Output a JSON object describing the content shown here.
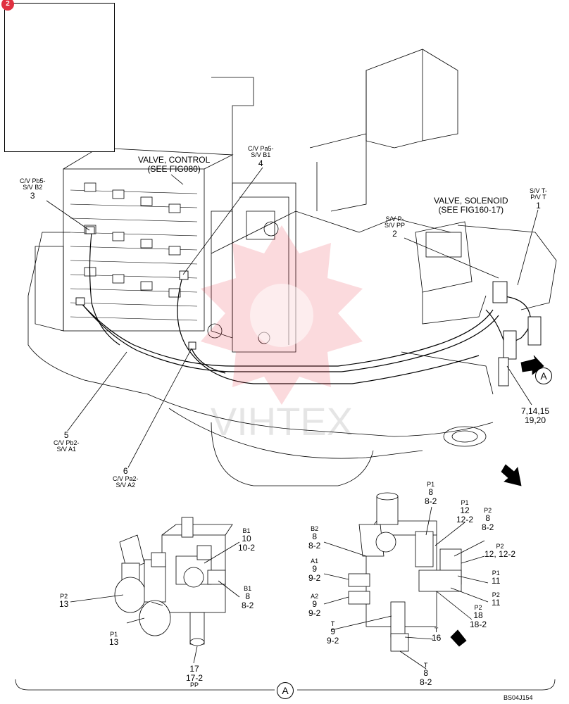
{
  "inset": {
    "badge": "2"
  },
  "callouts": {
    "valve_control": {
      "line1": "VALVE, CONTROL",
      "line2": "(SEE FIG080)"
    },
    "valve_solenoid": {
      "line1": "VALVE, SOLENOID",
      "line2": "(SEE FIG160-17)"
    },
    "c4": {
      "sub1": "C/V Pa5-",
      "sub2": "S/V B1",
      "num": "4"
    },
    "c3": {
      "sub1": "C/V Pb5-",
      "sub2": "S/V B2",
      "num": "3"
    },
    "c1": {
      "sub1": "S/V T-",
      "sub2": "P/V T",
      "num": "1"
    },
    "c2": {
      "sub1": "S/V P-",
      "sub2": "S/V PP",
      "num": "2"
    },
    "c5": {
      "num": "5",
      "sub1": "C/V Pb2-",
      "sub2": "S/V A1"
    },
    "c6": {
      "num": "6",
      "sub1": "C/V Pa2-",
      "sub2": "S/V A2"
    },
    "c7": {
      "line1": "7,14,15",
      "line2": "19,20"
    },
    "view_a": "A"
  },
  "detail_left": {
    "b1_top": {
      "port": "B1",
      "n1": "10",
      "n2": "10-2"
    },
    "b1_mid": {
      "port": "B1",
      "n1": "8",
      "n2": "8-2"
    },
    "p2": {
      "port": "P2",
      "n1": "13"
    },
    "p1": {
      "port": "P1",
      "n1": "13"
    },
    "pp": {
      "n1": "17",
      "n2": "17-2",
      "port": "PP"
    }
  },
  "detail_right": {
    "p1_top": {
      "port": "P1",
      "n1": "8",
      "n2": "8-2"
    },
    "p1_b": {
      "port": "P1",
      "n1": "12",
      "n2": "12-2"
    },
    "p2_a": {
      "port": "P2",
      "n1": "8",
      "n2": "8-2"
    },
    "p2_b": {
      "port": "P2",
      "n1": "12, 12-2"
    },
    "p1_c": {
      "port": "P1",
      "n1": "11"
    },
    "p2_c": {
      "port": "P2",
      "n1": "11"
    },
    "p2_d": {
      "port": "P2",
      "n1": "18",
      "n2": "18-2"
    },
    "b2": {
      "port": "B2",
      "n1": "8",
      "n2": "8-2"
    },
    "a1": {
      "port": "A1",
      "n1": "9",
      "n2": "9-2"
    },
    "a2": {
      "port": "A2",
      "n1": "9",
      "n2": "9-2"
    },
    "t_a": {
      "port": "T",
      "n1": "9",
      "n2": "9-2"
    },
    "t_b": {
      "port": "T",
      "n1": "16"
    },
    "t_c": {
      "port": "T",
      "n1": "8",
      "n2": "8-2"
    }
  },
  "footer": {
    "view_a": "A",
    "code": "BS04J154"
  },
  "watermark": "VIHTEX"
}
